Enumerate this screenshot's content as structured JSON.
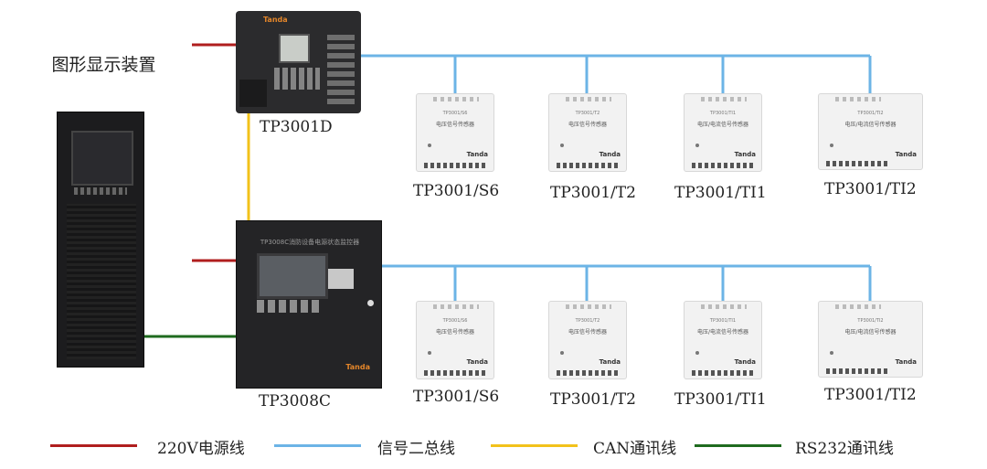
{
  "diagram": {
    "cabinet_label": "图形显示装置",
    "controller_top": {
      "label": "TP3001D",
      "brand": "Tanda"
    },
    "controller_bottom": {
      "label": "TP3008C",
      "title": "TP3008C消防设备电源状态监控器",
      "brand": "Tanda"
    },
    "modules_top": [
      {
        "label": "TP3001/S6",
        "model": "TP3001/S6",
        "desc": "电压信号传感器",
        "brand": "Tanda"
      },
      {
        "label": "TP3001/T2",
        "model": "TP3001/T2",
        "desc": "电压信号传感器",
        "brand": "Tanda"
      },
      {
        "label": "TP3001/TI1",
        "model": "TP3001/TI1",
        "desc": "电压/电流信号传感器",
        "brand": "Tanda"
      },
      {
        "label": "TP3001/TI2",
        "model": "TP3001/TI2",
        "desc": "电压/电流信号传感器",
        "brand": "Tanda"
      }
    ],
    "modules_bottom": [
      {
        "label": "TP3001/S6",
        "model": "TP3001/S6",
        "desc": "电压信号传感器",
        "brand": "Tanda"
      },
      {
        "label": "TP3001/T2",
        "model": "TP3001/T2",
        "desc": "电压信号传感器",
        "brand": "Tanda"
      },
      {
        "label": "TP3001/TI1",
        "model": "TP3001/TI1",
        "desc": "电压/电流信号传感器",
        "brand": "Tanda"
      },
      {
        "label": "TP3001/TI2",
        "model": "TP3001/TI2",
        "desc": "电压/电流信号传感器",
        "brand": "Tanda"
      }
    ]
  },
  "legend": [
    {
      "label": "220V电源线",
      "color": "#b01e1e"
    },
    {
      "label": "信号二总线",
      "color": "#6cb4e6"
    },
    {
      "label": "CAN通讯线",
      "color": "#f2c21b"
    },
    {
      "label": "RS232通讯线",
      "color": "#1f6b1f"
    }
  ]
}
